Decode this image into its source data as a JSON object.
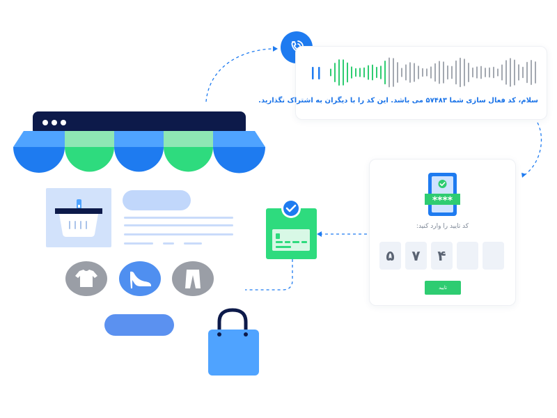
{
  "voice_message": {
    "text": "سلام، کد فعال سازی شما ۵۷۴۸۳ می باشد. این کد را با دیگران به اشتراک نگذارید."
  },
  "verification": {
    "label": "کد تایید را وارد کنید:",
    "digits": [
      "۵",
      "۷",
      "۴",
      "",
      ""
    ],
    "confirm_label": "تایید"
  },
  "colors": {
    "brand_blue": "#1e7bf0",
    "accent_green": "#2ecc71",
    "navy": "#0d1a4a",
    "light_blue": "#4fa3ff",
    "gray": "#9a9ea6"
  }
}
